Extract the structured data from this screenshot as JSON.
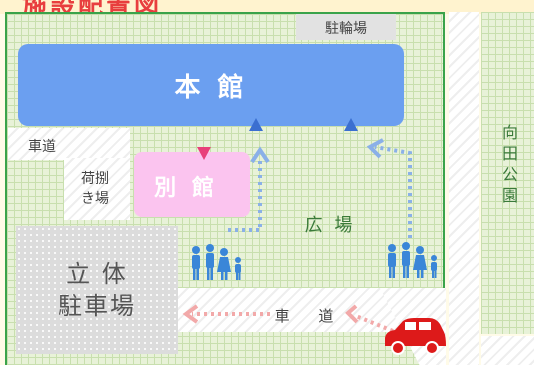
{
  "header": {
    "title": "施設配置図"
  },
  "buildings": {
    "main_hall": "本 館",
    "annex": "別 館"
  },
  "areas": {
    "bicycle_parking": "駐輪場",
    "road_left": "車道",
    "loading_area": "荷捌\nき場",
    "parking_garage": "立 体\n駐車場",
    "plaza": "広 場",
    "road_bottom": "車 道",
    "park": "向\n田\n公\n園"
  },
  "colors": {
    "main_hall": "#6b9ff0",
    "annex": "#fbc4ef",
    "border": "#3aa34a",
    "title_red": "#e83e3e",
    "car": "#dd1a1a",
    "pedestrian": "#3a86d8",
    "arrow_blue": "#8ab0e8",
    "arrow_red": "#f2a9a9"
  },
  "icons": [
    "pedestrians-icon",
    "car-icon",
    "entrance-triangle-icon"
  ]
}
